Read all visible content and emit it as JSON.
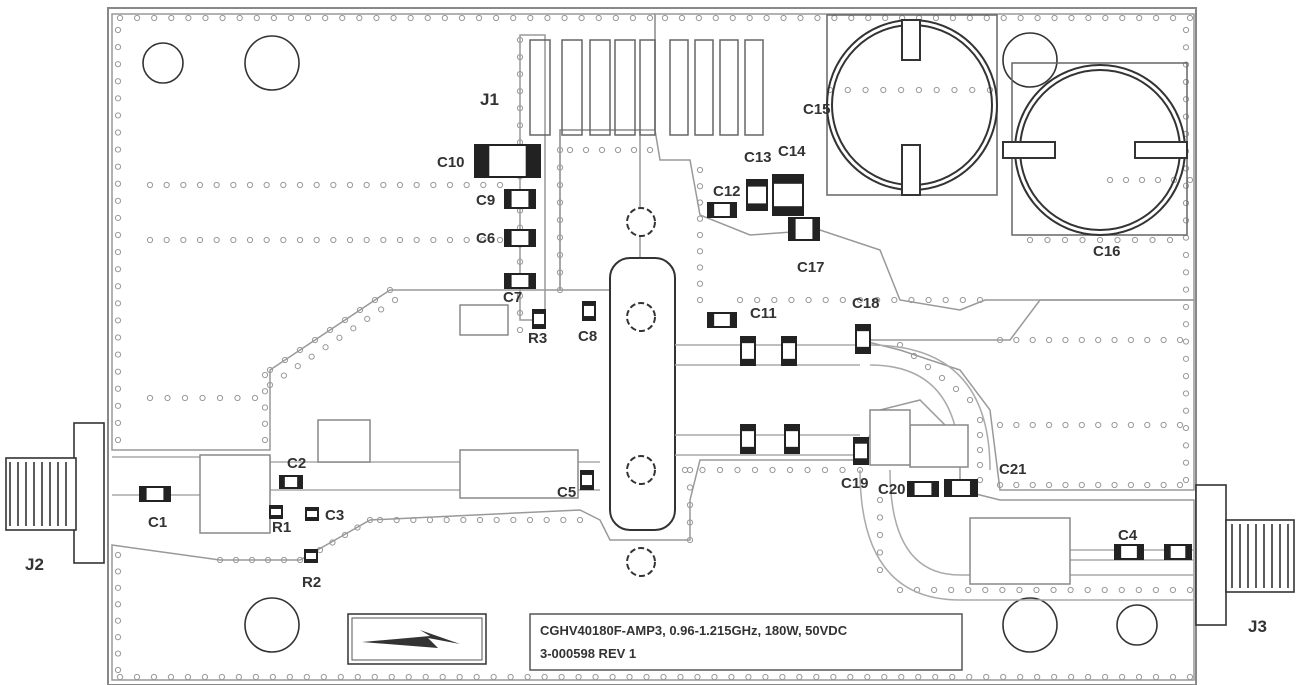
{
  "board": {
    "part_text": "CGHV40180F-AMP3, 0.96-1.215GHz, 180W, 50VDC",
    "rev_text": "3-000598 REV 1"
  },
  "labels": {
    "J1": "J1",
    "J2": "J2",
    "J3": "J3",
    "C1": "C1",
    "C2": "C2",
    "C3": "C3",
    "C4": "C4",
    "C5": "C5",
    "C6": "C6",
    "C7": "C7",
    "C8": "C8",
    "C9": "C9",
    "C10": "C10",
    "C11": "C11",
    "C12": "C12",
    "C13": "C13",
    "C14": "C14",
    "C15": "C15",
    "C16": "C16",
    "C17": "C17",
    "C18": "C18",
    "C19": "C19",
    "C20": "C20",
    "C21": "C21",
    "R1": "R1",
    "R2": "R2",
    "R3": "R3"
  }
}
